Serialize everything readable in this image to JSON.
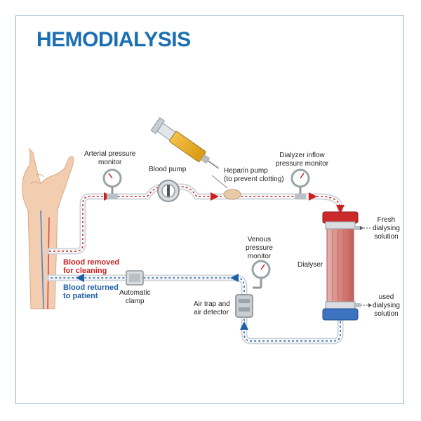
{
  "title": "HEMODIALYSIS",
  "labels": {
    "arterial_monitor": [
      "Arterial pressure",
      "monitor"
    ],
    "blood_pump": "Blood pump",
    "heparin_pump": [
      "Heparin pump",
      "(to prevent clotting)"
    ],
    "dialyzer_inflow": [
      "Dialyzer inflow",
      "pressure monitor"
    ],
    "fresh_solution": [
      "Fresh",
      "dialysing",
      "solution"
    ],
    "venous_monitor": [
      "Venous",
      "pressure",
      "monitor"
    ],
    "dialyser": "Dialyser",
    "blood_removed": [
      "Blood removed",
      "for cleaning"
    ],
    "blood_returned": [
      "Blood returned",
      "to patient"
    ],
    "automatic_clamp": [
      "Automatic",
      "clamp"
    ],
    "air_trap": [
      "Air trap and",
      "air detector"
    ],
    "used_solution": [
      "used",
      "dialysing",
      "solution"
    ]
  },
  "colors": {
    "title": "#1a6fb3",
    "arterial_line": "#cc1f1f",
    "venous_line": "#1f5fa8",
    "frame": "#8fb6d6"
  }
}
